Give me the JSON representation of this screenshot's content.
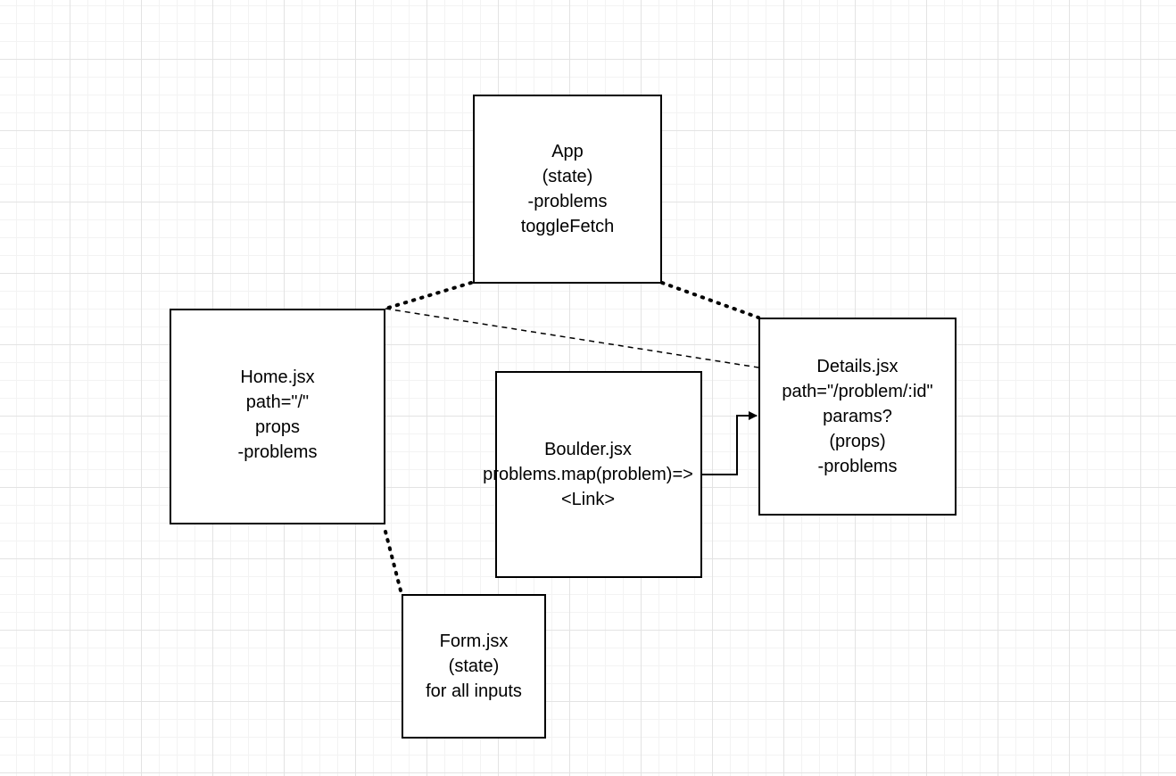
{
  "nodes": {
    "app": {
      "lines": [
        "App",
        "(state)",
        "-problems",
        "toggleFetch"
      ]
    },
    "home": {
      "lines": [
        "Home.jsx",
        "path=\"/\"",
        "props",
        "-problems"
      ]
    },
    "details": {
      "lines": [
        "Details.jsx",
        "path=\"/problem/:id\"",
        "params?",
        "(props)",
        "-problems"
      ]
    },
    "boulder": {
      "lines": [
        "Boulder.jsx",
        "problems.map(problem)=>",
        "<Link>"
      ]
    },
    "form": {
      "lines": [
        "Form.jsx",
        "(state)",
        "for all inputs"
      ]
    }
  },
  "edges": [
    {
      "from": "app",
      "to": "home",
      "style": "dotted"
    },
    {
      "from": "app",
      "to": "details",
      "style": "dotted"
    },
    {
      "from": "home",
      "to": "details",
      "style": "dashed"
    },
    {
      "from": "home",
      "to": "form",
      "style": "dotted"
    },
    {
      "from": "boulder",
      "to": "details",
      "style": "arrow"
    }
  ],
  "colors": {
    "stroke": "#000000",
    "background": "#ffffff",
    "grid": "#e3e3e3"
  }
}
